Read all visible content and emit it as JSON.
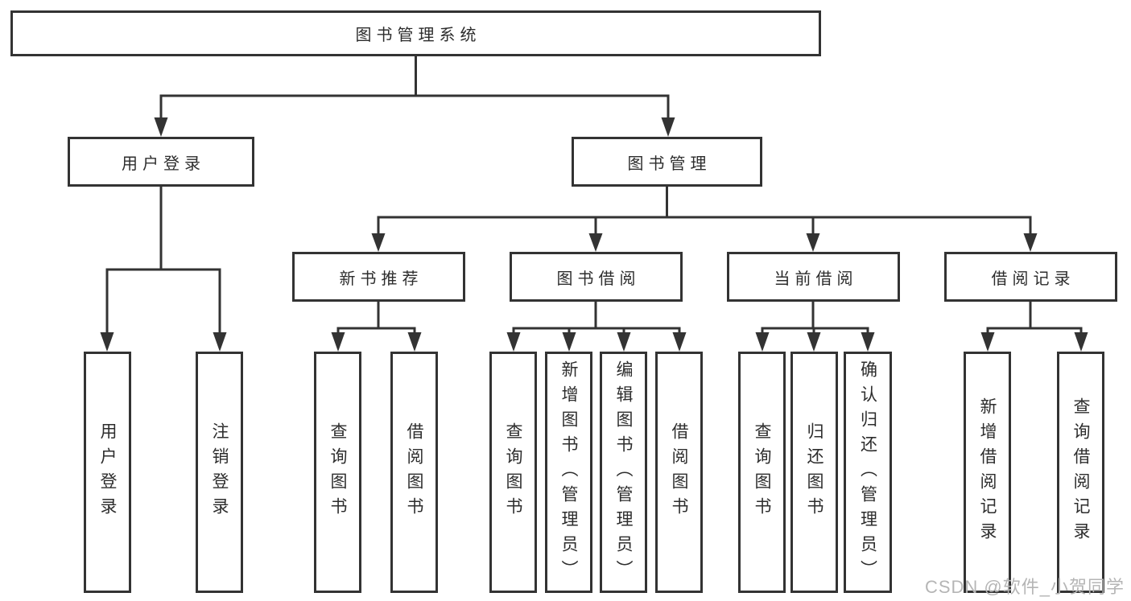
{
  "diagram": {
    "root_label": "图书管理系统",
    "watermark": "CSDN @软件_小贺同学",
    "colors": {
      "line": "#333333",
      "text": "#2d2d2d",
      "background": "#ffffff",
      "watermark": "#b5b5b5"
    },
    "branches": {
      "user_login": {
        "label": "用户登录",
        "leaves": [
          "用户登录",
          "注销登录"
        ]
      },
      "book_management": {
        "label": "图书管理",
        "groups": {
          "new_book": {
            "label": "新书推荐",
            "leaves": [
              "查询图书",
              "借阅图书"
            ]
          },
          "book_borrow": {
            "label": "图书借阅",
            "leaves": [
              "查询图书",
              "新增图书（管理员）",
              "编辑图书（管理员）",
              "借阅图书"
            ]
          },
          "current_borrow": {
            "label": "当前借阅",
            "leaves": [
              "查询图书",
              "归还图书",
              "确认归还（管理员）"
            ]
          },
          "borrow_records": {
            "label": "借阅记录",
            "leaves": [
              "新增借阅记录",
              "查询借阅记录"
            ]
          }
        }
      }
    }
  }
}
